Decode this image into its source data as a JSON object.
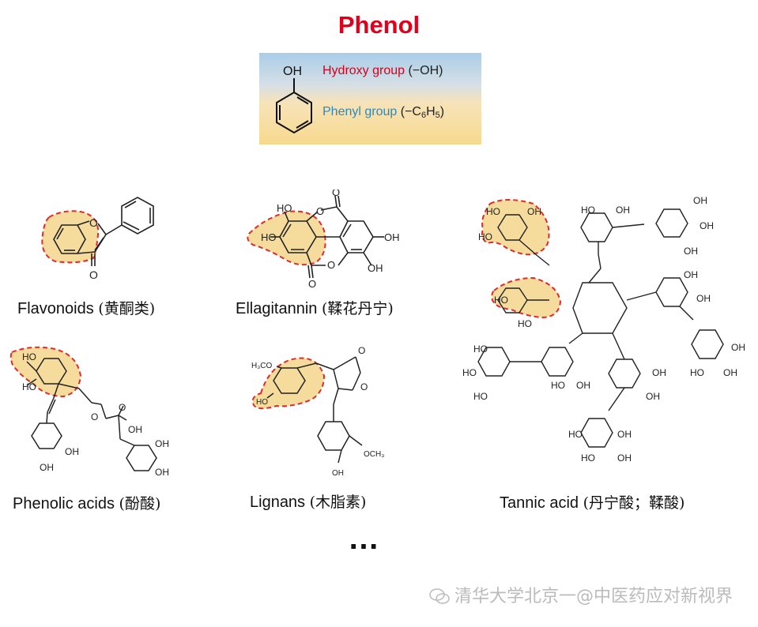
{
  "title": "Phenol",
  "legend": {
    "oh_label": "OH",
    "hydroxy_name": "Hydroxy group",
    "hydroxy_formula": "(−OH)",
    "phenyl_name": "Phenyl group",
    "phenyl_formula_prefix": "(−C",
    "phenyl_sub1": "6",
    "phenyl_mid": "H",
    "phenyl_sub2": "5",
    "phenyl_suffix": ")"
  },
  "compounds": [
    {
      "name": "Flavonoids",
      "cn": "(黄酮类)"
    },
    {
      "name": "Ellagitannin",
      "cn": "(鞣花丹宁)"
    },
    {
      "name": "Tannic acid",
      "cn": "(丹宁酸；鞣酸)"
    },
    {
      "name": "Phenolic acids",
      "cn": "(酚酸)"
    },
    {
      "name": "Lignans",
      "cn": "(木脂素)"
    }
  ],
  "atom_labels": {
    "O": "O",
    "OH": "OH",
    "HO": "HO",
    "H3CO": "H₃CO",
    "OCH3": "OCH₃"
  },
  "ellipsis": "…",
  "watermark": "清华大学北京一@中医药应对新视界",
  "colors": {
    "title": "#e0001b",
    "highlight_fill": "#f6dc9c",
    "highlight_stroke": "#e32a2a"
  }
}
